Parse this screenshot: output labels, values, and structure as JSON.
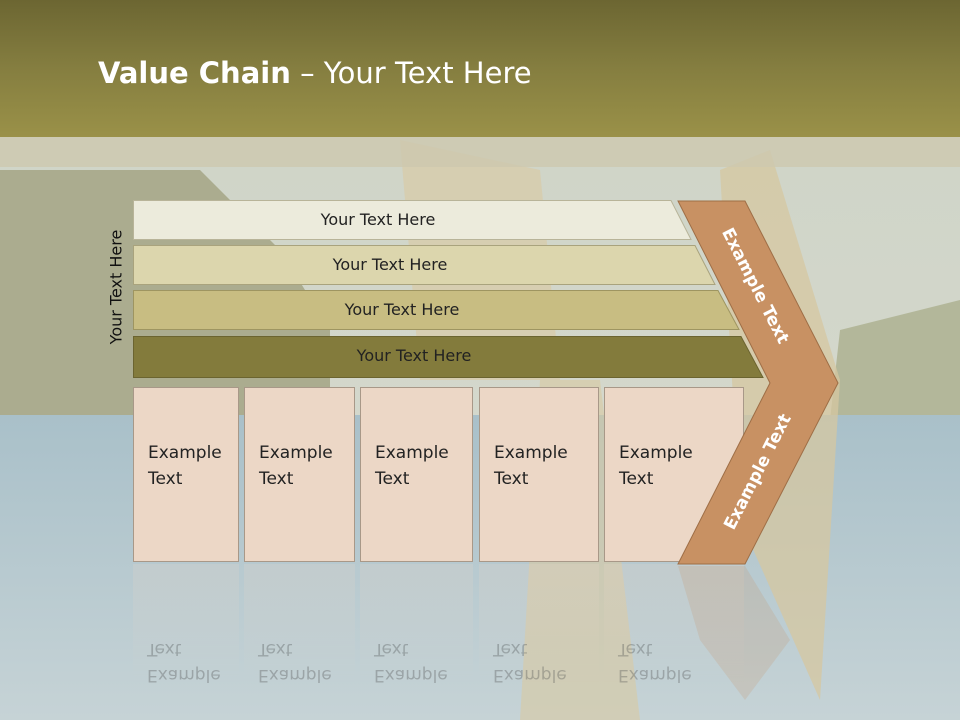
{
  "slide": {
    "title_bold": "Value Chain",
    "title_rest": " – Your Text Here",
    "vertical_label": "Your Text Here",
    "rows": [
      {
        "label": "Your Text Here",
        "color": "#ecebdc"
      },
      {
        "label": "Your Text Here",
        "color": "#dcd6ad"
      },
      {
        "label": "Your Text Here",
        "color": "#c8bd82"
      },
      {
        "label": "Your Text Here",
        "color": "#837b3c"
      }
    ],
    "boxes": [
      "Example\nText",
      "Example\nText",
      "Example\nText",
      "Example\nText",
      "Example\nText"
    ],
    "chevron": {
      "top_label": "Example Text",
      "bottom_label": "Example Text",
      "color": "#c89163"
    }
  }
}
